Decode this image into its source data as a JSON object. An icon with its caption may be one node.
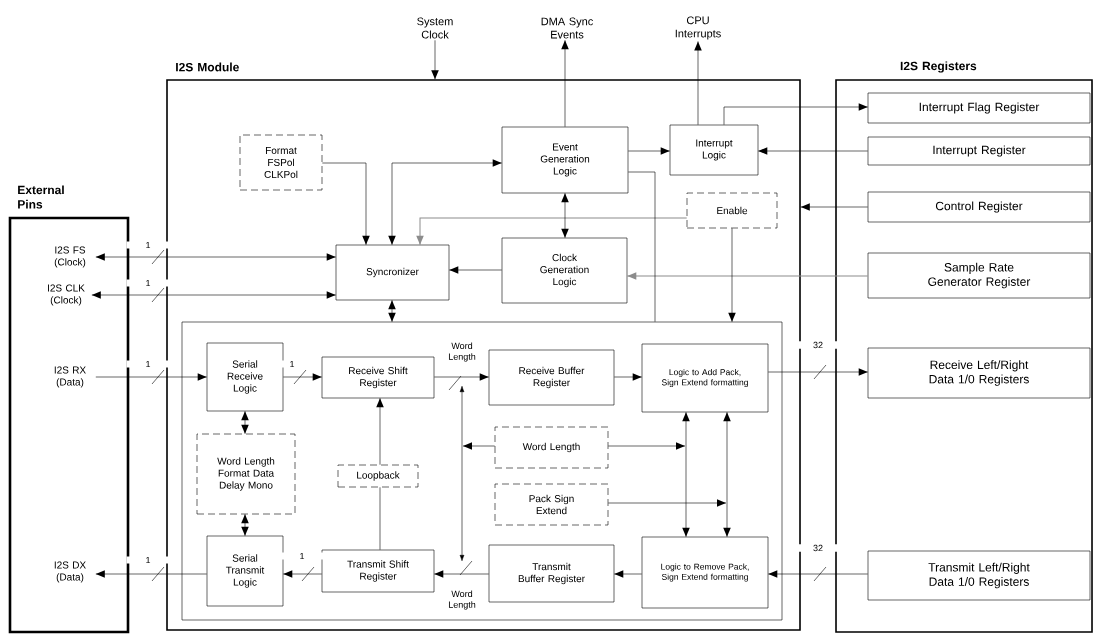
{
  "diagram": {
    "nodes": [
      {
        "text": [
          "External Pins"
        ]
      },
      {
        "text": [
          "I2S FS (Clock)"
        ],
        "in": 0
      },
      {
        "text": [
          "I2S CLK (Clock)"
        ],
        "in": 0
      },
      {
        "text": [
          "I2S RX (Data)"
        ],
        "in": 0
      },
      {
        "text": [
          "I2S DX (Data)"
        ],
        "in": 0
      },
      {
        "text": [
          "I2S Module"
        ]
      },
      {
        "text": [
          "Format FSPol CLKPol"
        ],
        "in": 5
      },
      {
        "text": [
          "Event Generation Logic"
        ],
        "in": 5
      },
      {
        "text": [
          "Interrupt Logic"
        ],
        "in": 5
      },
      {
        "text": [
          "Enable"
        ],
        "in": 5
      },
      {
        "text": [
          "Syncronizer"
        ],
        "in": 5
      },
      {
        "text": [
          "Clock Generation Logic"
        ],
        "in": 5
      },
      {
        "text": [],
        "shape": "box",
        "in": 5
      },
      {
        "text": [
          "Serial Receive Logic"
        ],
        "in": 12
      },
      {
        "text": [
          "Receive Shift Register"
        ],
        "in": 12
      },
      {
        "text": [
          "Receive Buffer Register"
        ],
        "in": 12
      },
      {
        "text": [
          "Logic to Add Pack, Sign Extend formatting"
        ],
        "in": 12
      },
      {
        "text": [
          "Word Length Format Data Delay Mono"
        ],
        "in": 12
      },
      {
        "text": [
          "Loopback"
        ],
        "in": 12
      },
      {
        "text": [
          "Word Length"
        ],
        "in": 12
      },
      {
        "text": [
          "Pack Sign Extend"
        ],
        "in": 12
      },
      {
        "text": [
          "Serial Transmit Logic"
        ],
        "in": 12
      },
      {
        "text": [
          "Transmit Shift Register"
        ],
        "in": 12
      },
      {
        "text": [
          "Transmit Buffer Register"
        ],
        "in": 12
      },
      {
        "text": [
          "Logic to Remove Pack, Sign Extend formatting"
        ],
        "in": 12
      },
      {
        "text": [
          "I2S Registers"
        ]
      },
      {
        "text": [
          "Interrupt Flag Register"
        ],
        "in": 25
      },
      {
        "text": [
          "Interrupt Register"
        ],
        "in": 25
      },
      {
        "text": [
          "Control Register"
        ],
        "in": 25
      },
      {
        "text": [
          "Sample Rate Generator Register"
        ],
        "in": 25
      },
      {
        "text": [
          "Receive Left/Right Data 1/0 Registers"
        ],
        "in": 25
      },
      {
        "text": [
          "Transmit Left/Right Data 1/0 Registers"
        ],
        "in": 25
      },
      {
        "text": [
          "System Clock"
        ]
      },
      {
        "text": [
          "DMA Sync Events"
        ]
      },
      {
        "text": [
          "CPU Interrupts"
        ]
      }
    ],
    "edges": [
      {
        "from": 32,
        "to": 5,
        "arrow": "to"
      },
      {
        "from": 7,
        "to": 33,
        "arrow": "to"
      },
      {
        "from": 8,
        "to": 34,
        "arrow": "to"
      },
      {
        "from": 8,
        "to": 26,
        "arrow": "to"
      },
      {
        "from": 27,
        "to": 8,
        "arrow": "to"
      },
      {
        "from": 28,
        "to": 5,
        "arrow": "to"
      },
      {
        "from": 29,
        "to": 11,
        "arrow": "to",
        "color": "#8c8c8c"
      },
      {
        "from": 10,
        "to": 1,
        "arrow": "both",
        "label": "1"
      },
      {
        "from": 10,
        "to": 2,
        "arrow": "both",
        "label": "1"
      },
      {
        "from": 6,
        "to": 10,
        "arrow": "to"
      },
      {
        "from": 10,
        "to": 7,
        "arrow": "both"
      },
      {
        "from": 9,
        "to": 10,
        "arrow": "to",
        "color": "#8c8c8c"
      },
      {
        "from": 7,
        "to": 11,
        "arrow": "both"
      },
      {
        "from": 11,
        "to": 10,
        "arrow": "to"
      },
      {
        "from": 7,
        "to": 8,
        "arrow": "to"
      },
      {
        "from": 7,
        "to": 12,
        "arrow": "none"
      },
      {
        "from": 9,
        "to": 12,
        "arrow": "to"
      },
      {
        "from": 10,
        "to": 12,
        "arrow": "both"
      },
      {
        "from": 3,
        "to": 13,
        "arrow": "to",
        "label": "1"
      },
      {
        "from": 13,
        "to": 14,
        "arrow": "to",
        "label": "1"
      },
      {
        "from": 14,
        "to": 15,
        "arrow": "to",
        "label": "Word Length"
      },
      {
        "from": 15,
        "to": 16,
        "arrow": "to"
      },
      {
        "from": 16,
        "to": 30,
        "arrow": "to",
        "label": "32"
      },
      {
        "from": 31,
        "to": 24,
        "arrow": "to",
        "label": "32"
      },
      {
        "from": 24,
        "to": 23,
        "arrow": "to"
      },
      {
        "from": 23,
        "to": 22,
        "arrow": "to",
        "label": "Word Length"
      },
      {
        "from": 22,
        "to": 21,
        "arrow": "to",
        "label": "1"
      },
      {
        "from": 21,
        "to": 4,
        "arrow": "to",
        "label": "1"
      },
      {
        "from": 13,
        "to": 17,
        "arrow": "both"
      },
      {
        "from": 17,
        "to": 21,
        "arrow": "both"
      },
      {
        "from": 22,
        "to": 18,
        "arrow": "none"
      },
      {
        "from": 18,
        "to": 14,
        "arrow": "to"
      },
      {
        "from": 19,
        "to": null,
        "arrow": "to"
      },
      {
        "from": 19,
        "to": null,
        "arrow": "to"
      },
      {
        "from": 20,
        "to": null,
        "arrow": "to"
      },
      {
        "from": 16,
        "to": 24,
        "arrow": "both"
      },
      {
        "from": 16,
        "to": 24,
        "arrow": "both"
      }
    ]
  }
}
